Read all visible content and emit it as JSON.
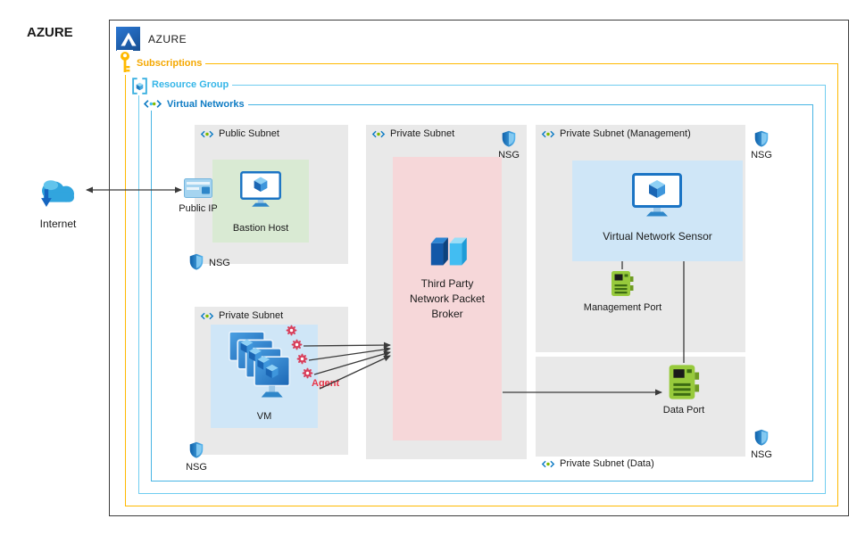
{
  "page": {
    "outer_azure_label": "AZURE"
  },
  "azure_frame": {
    "label": "AZURE"
  },
  "groups": {
    "subscriptions": {
      "label": "Subscriptions",
      "color": "#ffb900"
    },
    "resource_group": {
      "label": "Resource Group",
      "color": "#35b6e8"
    },
    "virtual_networks": {
      "label": "Virtual Networks",
      "color": "#0f7cc4"
    }
  },
  "subnets": {
    "public": {
      "label": "Public Subnet"
    },
    "private_left": {
      "label": "Private Subnet"
    },
    "private_middle": {
      "label": "Private Subnet"
    },
    "private_management": {
      "label": "Private Subnet (Management)"
    },
    "private_data": {
      "label": "Private Subnet (Data)"
    }
  },
  "labels": {
    "nsg": "NSG"
  },
  "nodes": {
    "internet": {
      "label": "Internet"
    },
    "public_ip": {
      "label": "Public IP"
    },
    "bastion_host": {
      "label": "Bastion Host"
    },
    "vm": {
      "label": "VM"
    },
    "agent": {
      "label": "Agent",
      "color": "#e8374a"
    },
    "broker": {
      "lines": [
        "Third Party",
        "Network Packet",
        "Broker"
      ]
    },
    "sensor": {
      "label": "Virtual Network Sensor"
    },
    "management_port": {
      "label": "Management Port"
    },
    "data_port": {
      "label": "Data Port"
    }
  },
  "colors": {
    "subnet_fill": "#e9e9e9",
    "bastion_fill": "#d9ead3",
    "vm_box_fill": "#cfe6f7",
    "broker_fill": "#f6d7d9",
    "port_green": "#97ca3c",
    "nsg_blue": "#1f78c8"
  }
}
